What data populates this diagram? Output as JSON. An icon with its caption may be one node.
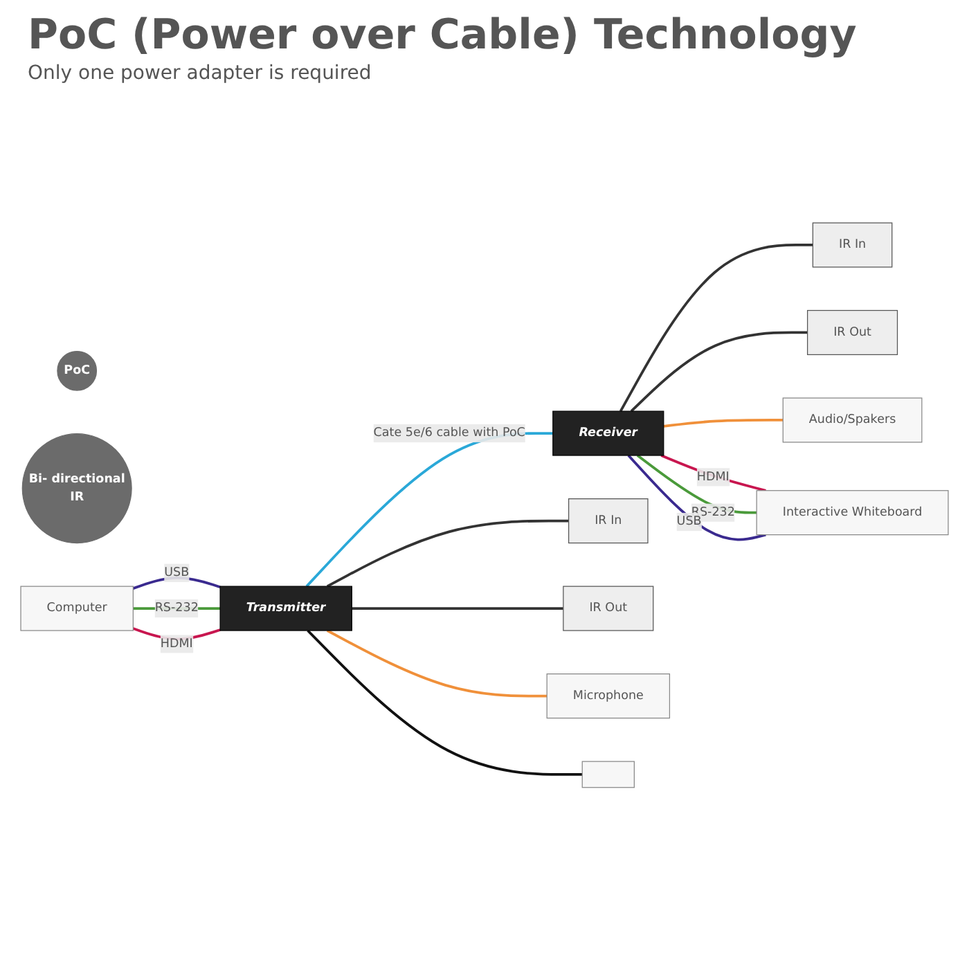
{
  "diagram": {
    "title": "PoC (Power over Cable) Technology",
    "caption": "Only one power adapter is required",
    "nodes": [
      {
        "text": [
          "Receiver"
        ]
      },
      {
        "text": [
          "IR In"
        ]
      },
      {
        "text": [
          "IR Out"
        ]
      },
      {
        "text": [
          "Audio/Spakers"
        ]
      },
      {
        "text": [
          "Interactive Whiteboard"
        ]
      },
      {
        "text": [
          "PoC"
        ]
      },
      {
        "text": [
          "Bi- directional",
          "IR"
        ]
      },
      {
        "text": [
          "Transmitter"
        ]
      },
      {
        "text": [
          "IR In"
        ]
      },
      {
        "text": [
          "IR Out"
        ]
      },
      {
        "text": [
          "Microphone"
        ]
      },
      {
        "text": [
          "Computer"
        ]
      },
      {
        "text": [],
        "shape": "box"
      }
    ],
    "edges": [
      {
        "from": 0,
        "to": 1,
        "arrow": "none",
        "color": "#333333"
      },
      {
        "from": 0,
        "to": 2,
        "arrow": "none",
        "color": "#333333"
      },
      {
        "from": 0,
        "to": 3,
        "arrow": "none",
        "color": "#f0903a"
      },
      {
        "from": 0,
        "to": 4,
        "label": "HDMI",
        "arrow": "none",
        "color": "#c8164f"
      },
      {
        "from": 0,
        "to": 4,
        "label": "RS-232",
        "arrow": "none",
        "color": "#4a9a3a"
      },
      {
        "from": 0,
        "to": 4,
        "label": "USB",
        "arrow": "none",
        "color": "#3a2a8f"
      },
      {
        "from": 7,
        "to": 0,
        "label": "Cate 5e/6 cable with PoC",
        "arrow": "none",
        "color": "#2aa8d8"
      },
      {
        "from": 7,
        "to": 8,
        "arrow": "none",
        "color": "#333333"
      },
      {
        "from": 7,
        "to": 9,
        "arrow": "none",
        "color": "#333333"
      },
      {
        "from": 7,
        "to": 10,
        "arrow": "none",
        "color": "#f0903a"
      },
      {
        "from": 11,
        "to": 7,
        "label": "USB",
        "arrow": "none",
        "color": "#3a2a8f"
      },
      {
        "from": 11,
        "to": 7,
        "label": "RS-232",
        "arrow": "none",
        "color": "#4a9a3a"
      },
      {
        "from": 11,
        "to": 7,
        "label": "HDMI",
        "arrow": "none",
        "color": "#c8164f"
      },
      {
        "from": 7,
        "to": 12,
        "arrow": "none",
        "color": "#111111"
      }
    ]
  }
}
